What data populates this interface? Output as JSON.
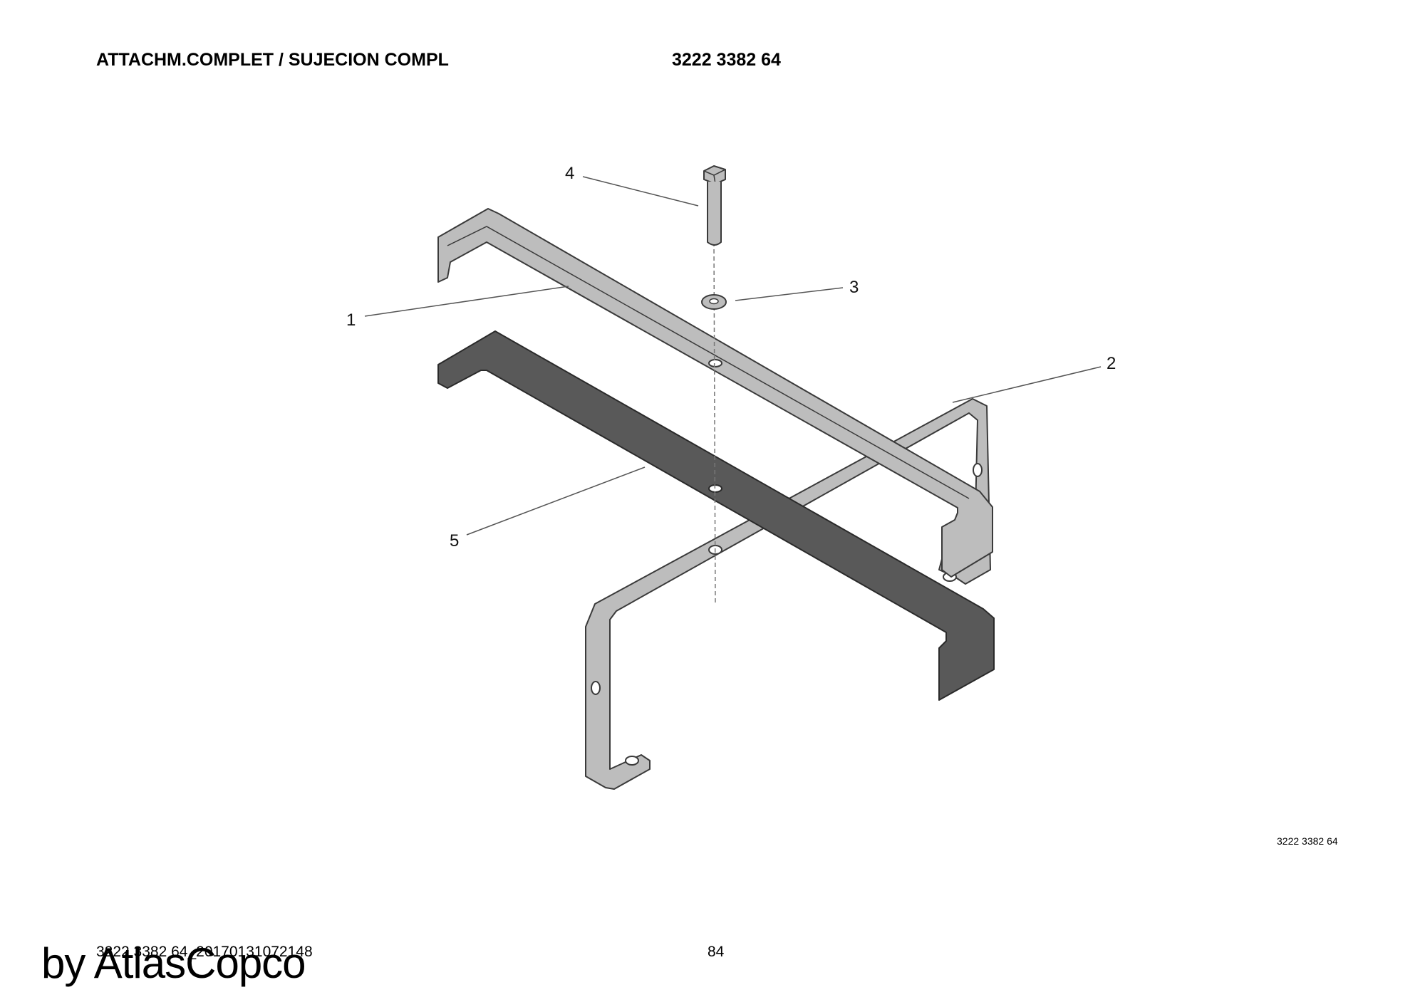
{
  "header": {
    "title": "ATTACHM.COMPLET / SUJECION COMPL",
    "part_number": "3222 3382 64"
  },
  "callouts": [
    "1",
    "2",
    "3",
    "4",
    "5"
  ],
  "drawing_reference": "3222 3382 64",
  "footer": {
    "file_id": "3222 3382 64_20170131072148",
    "page_number": "84"
  },
  "watermark": "by AtlasCopco",
  "colors": {
    "light_part": "#bdbdbd",
    "dark_part": "#595959",
    "outline": "#3a3a3a",
    "leader": "#555555"
  }
}
